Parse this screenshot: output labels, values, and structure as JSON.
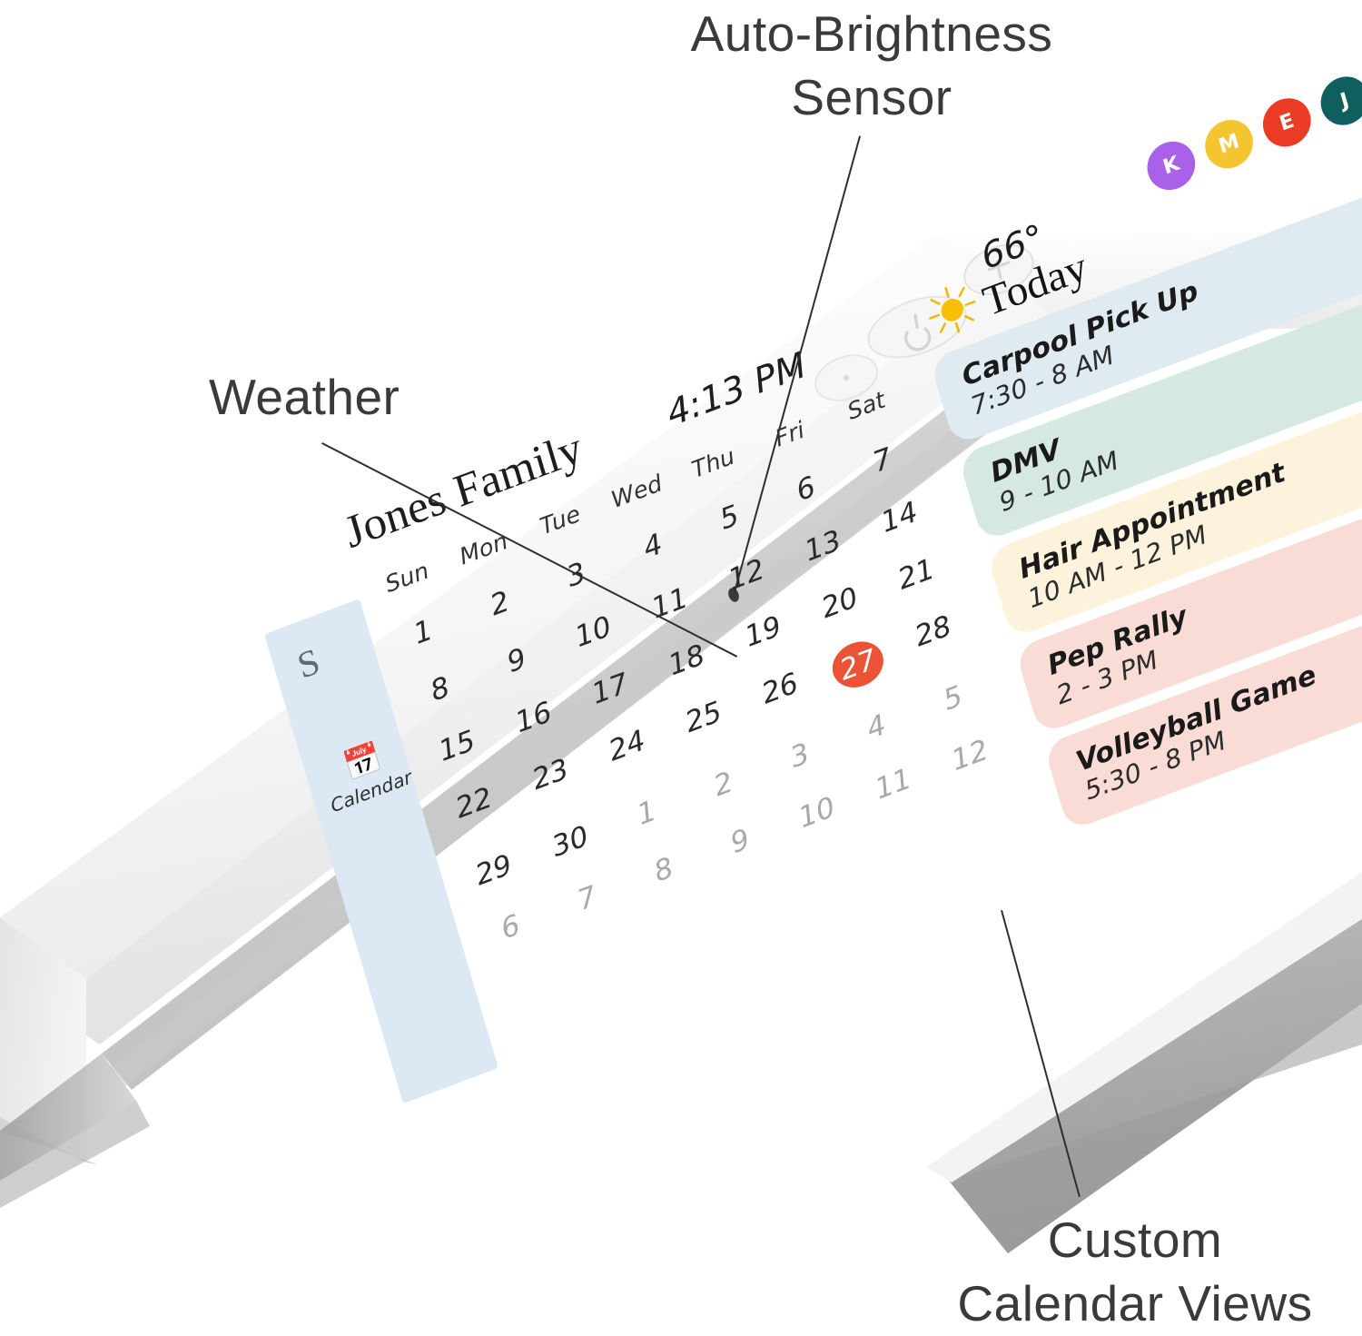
{
  "annotations": [
    {
      "id": "sensor",
      "text": "Auto-Brightness\nSensor"
    },
    {
      "id": "weather",
      "text": "Weather"
    },
    {
      "id": "views",
      "text": "Custom\nCalendar Views"
    }
  ],
  "device": {
    "name": "smart-family-calendar-display",
    "frame_color": "#f2f2f2",
    "bezel_color": "#e8e8e8",
    "buttons": [
      {
        "name": "volume-up-button",
        "glyph": "+"
      },
      {
        "name": "power-button",
        "glyph": "power"
      },
      {
        "name": "mic-button",
        "glyph": "dot"
      }
    ],
    "sensor_dot": {
      "name": "auto-brightness-sensor-dot",
      "color": "#3c3c3c"
    }
  },
  "sidebar": {
    "logo": "S",
    "items": [
      {
        "label": "Calendar",
        "icon": "calendar-icon"
      }
    ]
  },
  "calendar": {
    "title": "Jones Family",
    "clock": "4:13 PM",
    "today_date": 27,
    "weekdays": [
      "Sun",
      "Mon",
      "Tue",
      "Wed",
      "Thu",
      "Fri",
      "Sat"
    ],
    "weeks": [
      [
        {
          "d": 1,
          "muted": false
        },
        {
          "d": 2,
          "muted": false
        },
        {
          "d": 3,
          "muted": false
        },
        {
          "d": 4,
          "muted": false
        },
        {
          "d": 5,
          "muted": false
        },
        {
          "d": 6,
          "muted": false
        },
        {
          "d": 7,
          "muted": false
        }
      ],
      [
        {
          "d": 8,
          "muted": false
        },
        {
          "d": 9,
          "muted": false
        },
        {
          "d": 10,
          "muted": false
        },
        {
          "d": 11,
          "muted": false
        },
        {
          "d": 12,
          "muted": false
        },
        {
          "d": 13,
          "muted": false
        },
        {
          "d": 14,
          "muted": false
        }
      ],
      [
        {
          "d": 15,
          "muted": false
        },
        {
          "d": 16,
          "muted": false
        },
        {
          "d": 17,
          "muted": false
        },
        {
          "d": 18,
          "muted": false
        },
        {
          "d": 19,
          "muted": false
        },
        {
          "d": 20,
          "muted": false
        },
        {
          "d": 21,
          "muted": false
        }
      ],
      [
        {
          "d": 22,
          "muted": false
        },
        {
          "d": 23,
          "muted": false
        },
        {
          "d": 24,
          "muted": false
        },
        {
          "d": 25,
          "muted": false
        },
        {
          "d": 26,
          "muted": false
        },
        {
          "d": 27,
          "muted": false
        },
        {
          "d": 28,
          "muted": false
        }
      ],
      [
        {
          "d": 29,
          "muted": false
        },
        {
          "d": 30,
          "muted": false
        },
        {
          "d": 1,
          "muted": true
        },
        {
          "d": 2,
          "muted": true
        },
        {
          "d": 3,
          "muted": true
        },
        {
          "d": 4,
          "muted": true
        },
        {
          "d": 5,
          "muted": true
        }
      ],
      [
        {
          "d": 6,
          "muted": true
        },
        {
          "d": 7,
          "muted": true
        },
        {
          "d": 8,
          "muted": true
        },
        {
          "d": 9,
          "muted": true
        },
        {
          "d": 10,
          "muted": true
        },
        {
          "d": 11,
          "muted": true
        },
        {
          "d": 12,
          "muted": true
        }
      ]
    ]
  },
  "agenda": {
    "temperature": "66°",
    "weather_icon": "sun-icon",
    "heading": "Today",
    "events": [
      {
        "title": "Carpool Pick Up",
        "time": "7:30 - 8 AM",
        "color": "#dfeaf1"
      },
      {
        "title": "DMV",
        "time": "9 - 10 AM",
        "color": "#d5e8e2"
      },
      {
        "title": "Hair Appointment",
        "time": "10 AM - 12 PM",
        "color": "#fdf3dc"
      },
      {
        "title": "Pep Rally",
        "time": "2 - 3 PM",
        "color": "#fadcd6"
      },
      {
        "title": "Volleyball Game",
        "time": "5:30 - 8 PM",
        "color": "#fadcd6"
      }
    ]
  },
  "members": [
    {
      "initial": "K",
      "color": "#a861e8"
    },
    {
      "initial": "M",
      "color": "#f5c531"
    },
    {
      "initial": "E",
      "color": "#ec3b25"
    },
    {
      "initial": "J",
      "color": "#0e5f5e"
    }
  ]
}
